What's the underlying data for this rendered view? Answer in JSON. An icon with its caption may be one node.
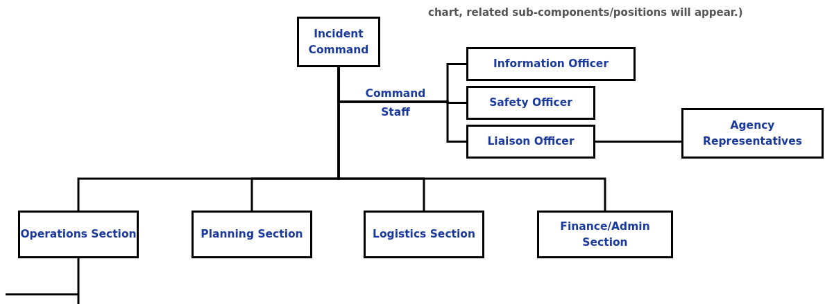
{
  "diagram": {
    "nodes": [
      {
        "text": [
          "Incident Command"
        ]
      },
      {
        "text": [
          "Information Officer"
        ]
      },
      {
        "text": [
          "Safety Officer"
        ]
      },
      {
        "text": [
          "Liaison Officer"
        ]
      },
      {
        "text": [
          "Agency Representatives"
        ]
      },
      {
        "text": [
          "Operations Section"
        ]
      },
      {
        "text": [
          "Planning Section"
        ]
      },
      {
        "text": [
          "Logistics Section"
        ]
      },
      {
        "text": [
          "Finance/Admin Section"
        ]
      }
    ],
    "edges": [
      {
        "from": 0,
        "to": 1,
        "arrow": "none"
      },
      {
        "from": 0,
        "to": 2,
        "arrow": "none"
      },
      {
        "from": 0,
        "to": 3,
        "arrow": "none"
      },
      {
        "from": 3,
        "to": 4,
        "arrow": "none"
      },
      {
        "from": 0,
        "to": 5,
        "arrow": "none"
      },
      {
        "from": 0,
        "to": 6,
        "arrow": "none"
      },
      {
        "from": 0,
        "to": 7,
        "arrow": "none"
      },
      {
        "from": 0,
        "to": 8,
        "arrow": "none"
      },
      {
        "from": 5,
        "to": null,
        "arrow": "none"
      }
    ],
    "labels": [
      "chart, related sub-components/positions will appear.)",
      "Command Staff"
    ]
  }
}
